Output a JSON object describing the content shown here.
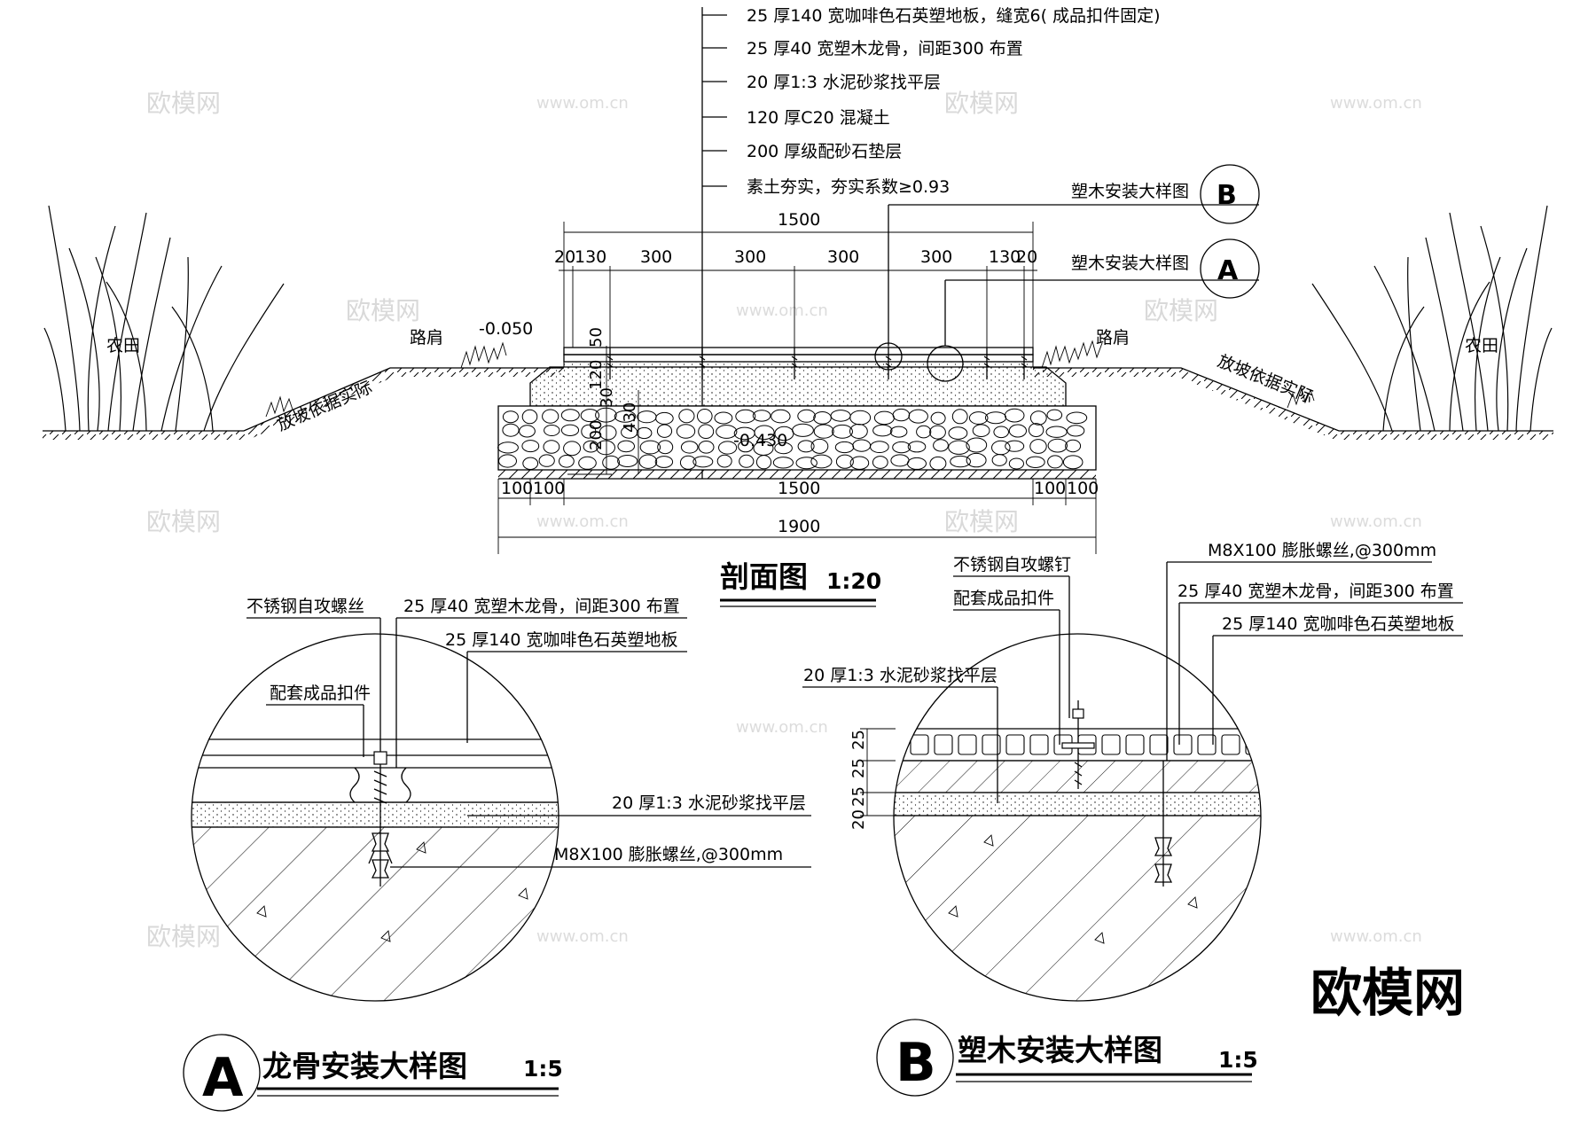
{
  "watermark": {
    "brand": "欧模网",
    "site": "www.om.cn"
  },
  "section": {
    "title": "剖面图",
    "scale": "1:20",
    "layers": [
      "25 厚140 宽咖啡色石英塑地板，缝宽6( 成品扣件固定)",
      "25 厚40 宽塑木龙骨，间距300 布置",
      "20 厚1:3  水泥砂浆找平层",
      "120  厚C20  混凝土",
      "200  厚级配砂石垫层",
      "素土夯实，夯实系数≥0.93"
    ],
    "callouts": [
      {
        "label": "塑木安装大样图",
        "mark": "B"
      },
      {
        "label": "塑木安装大样图",
        "mark": "A"
      }
    ],
    "top_dims": {
      "total": "1500",
      "segments": [
        "20",
        "130",
        "300",
        "300",
        "300",
        "300",
        "130",
        "20"
      ]
    },
    "side_dims": [
      "50",
      "120",
      "30",
      "200",
      "430"
    ],
    "bottom_dims": {
      "segments": [
        "100",
        "100",
        "1500",
        "100",
        "100"
      ],
      "total": "1900"
    },
    "labels": {
      "field_left": "农田",
      "field_right": "农田",
      "shoulder_left": "路肩",
      "shoulder_right": "路肩",
      "slope_left": "放坡依据实际",
      "slope_right": "放坡依据实际",
      "elev_top": "-0.050",
      "elev_bottom": "-0.430"
    }
  },
  "detail_a": {
    "mark": "A",
    "title": "龙骨安装大样图",
    "scale": "1:5",
    "notes": [
      "不锈钢自攻螺丝",
      "25 厚40 宽塑木龙骨，间距300 布置",
      "25 厚140  宽咖啡色石英塑地板",
      "配套成品扣件",
      "20 厚1:3  水泥砂浆找平层",
      "M8X100   膨胀螺丝,@300mm"
    ]
  },
  "detail_b": {
    "mark": "B",
    "title": "塑木安装大样图",
    "scale": "1:5",
    "notes": [
      "不锈钢自攻螺钉",
      "配套成品扣件",
      "M8X100   膨胀螺丝,@300mm",
      "25 厚40 宽塑木龙骨，间距300 布置",
      "25 厚140  宽咖啡色石英塑地板",
      "20 厚1:3  水泥砂浆找平层"
    ],
    "dims": [
      "25",
      "25",
      "25",
      "20"
    ]
  }
}
